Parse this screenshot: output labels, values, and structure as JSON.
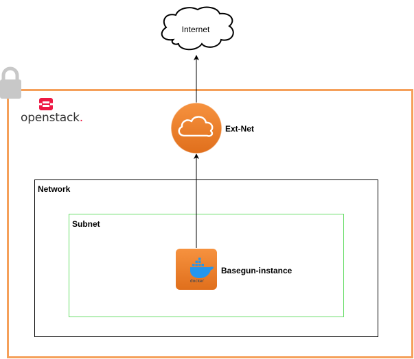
{
  "diagram": {
    "internet_label": "Internet",
    "brand": {
      "name": "openstack",
      "suffix": "."
    },
    "ext_net_label": "Ext-Net",
    "network_label": "Network",
    "subnet_label": "Subnet",
    "instance_label": "Basegun-instance",
    "docker_label": "docker"
  },
  "colors": {
    "openstack_border": "#F5A05A",
    "lock_gray": "#C8C8C8",
    "openstack_red": "#ED1944",
    "aws_orange_top": "#F58534",
    "aws_orange_bottom": "#E0731E",
    "network_border": "#000000",
    "subnet_border": "#66DD66",
    "docker_blue": "#2496ED"
  }
}
